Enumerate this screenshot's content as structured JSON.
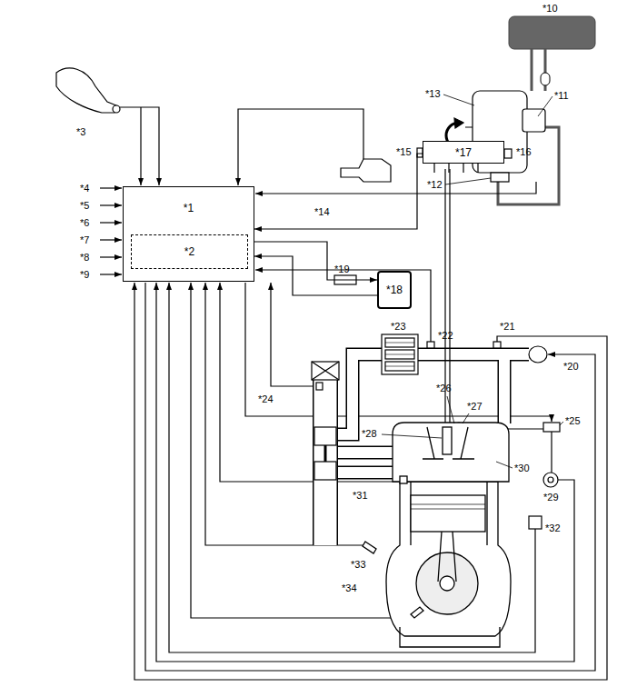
{
  "diagram": {
    "nodes": [
      {
        "text": [
          "*1"
        ]
      },
      {
        "text": [
          "*2"
        ],
        "in": 0
      },
      {
        "text": [
          "*17"
        ]
      },
      {
        "text": [
          "*18"
        ]
      }
    ],
    "edges": [
      {
        "from": 0,
        "to": 3,
        "arrow": "to"
      },
      {
        "from": 3,
        "to": 0,
        "arrow": "to"
      },
      {
        "from": 2,
        "to": 0,
        "arrow": "to"
      }
    ],
    "labels": [
      "*3",
      "*4",
      "*5",
      "*6",
      "*7",
      "*8",
      "*9",
      "*10",
      "*11",
      "*12",
      "*13",
      "*14",
      "*15",
      "*16",
      "*19",
      "*20",
      "*21",
      "*22",
      "*23",
      "*24",
      "*25",
      "*26",
      "*27",
      "*28",
      "*29",
      "*30",
      "*31",
      "*32",
      "*33",
      "*34"
    ]
  }
}
